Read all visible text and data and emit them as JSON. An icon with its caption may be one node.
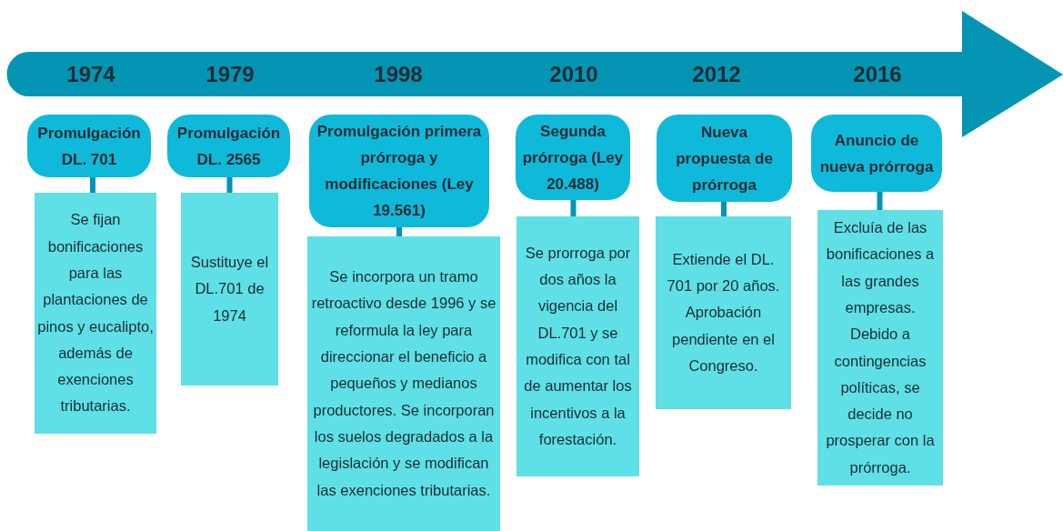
{
  "diagram": {
    "nodes": [
      {
        "text": [
          "Promulgación DL. 701"
        ]
      },
      {
        "text": [
          "Se fijan bonificaciones para las plantaciones de pinos y eucalipto, además de exenciones tributarias."
        ]
      },
      {
        "text": [
          "Promulgación DL. 2565"
        ]
      },
      {
        "text": [
          "Sustituye el DL.701 de 1974"
        ]
      },
      {
        "text": [
          "Promulgación primera prórroga y modificaciones (Ley 19.561)"
        ]
      },
      {
        "text": [
          "Se incorpora un tramo retroactivo desde 1996 y se reformula la ley para direccionar el beneficio a pequeños y medianos productores. Se incorporan los suelos degradados a la legislación y se modifican las exenciones tributarias."
        ]
      },
      {
        "text": [
          "Segunda prórroga (Ley 20.488)"
        ]
      },
      {
        "text": [
          "Se prorroga por dos años la vigencia del DL.701 y se modifica con tal de aumentar los incentivos a la forestación."
        ]
      },
      {
        "text": [
          "Nueva propuesta de prórroga"
        ]
      },
      {
        "text": [
          "Extiende el DL. 701 por 20 años. Aprobación pendiente en el Congreso."
        ]
      },
      {
        "text": [
          "Anuncio de nueva prórroga"
        ]
      },
      {
        "text": [
          "Excluía de las bonificaciones a las grandes empresas. Debido a contingencias políticas, se decide no prosperar con la prórroga."
        ]
      }
    ],
    "edges": [
      {
        "from": 0,
        "to": 1,
        "arrow": "none"
      },
      {
        "from": 2,
        "to": 3,
        "arrow": "none"
      },
      {
        "from": 4,
        "to": 5,
        "arrow": "none"
      },
      {
        "from": 6,
        "to": 7,
        "arrow": "none"
      },
      {
        "from": 8,
        "to": 9,
        "arrow": "none"
      },
      {
        "from": 10,
        "to": 11,
        "arrow": "none"
      }
    ],
    "labels": [
      "1974",
      "1979",
      "1998",
      "2010",
      "2012",
      "2016"
    ]
  }
}
